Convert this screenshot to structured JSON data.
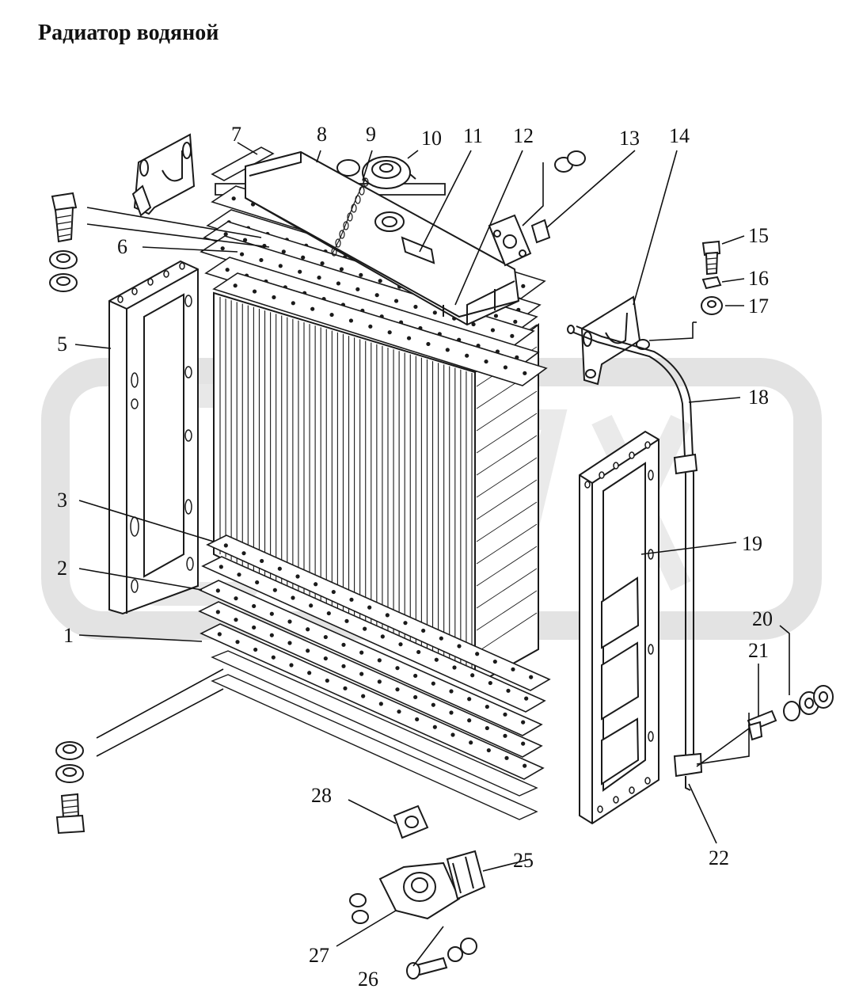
{
  "title": "Радиатор водяной",
  "watermark_color": "#e6e6e6",
  "ink_color": "#1a1a1a",
  "callouts": [
    "1",
    "2",
    "3",
    "5",
    "6",
    "7",
    "8",
    "9",
    "10",
    "11",
    "12",
    "13",
    "14",
    "15",
    "16",
    "17",
    "18",
    "19",
    "20",
    "21",
    "22",
    "25",
    "26",
    "27",
    "28"
  ]
}
